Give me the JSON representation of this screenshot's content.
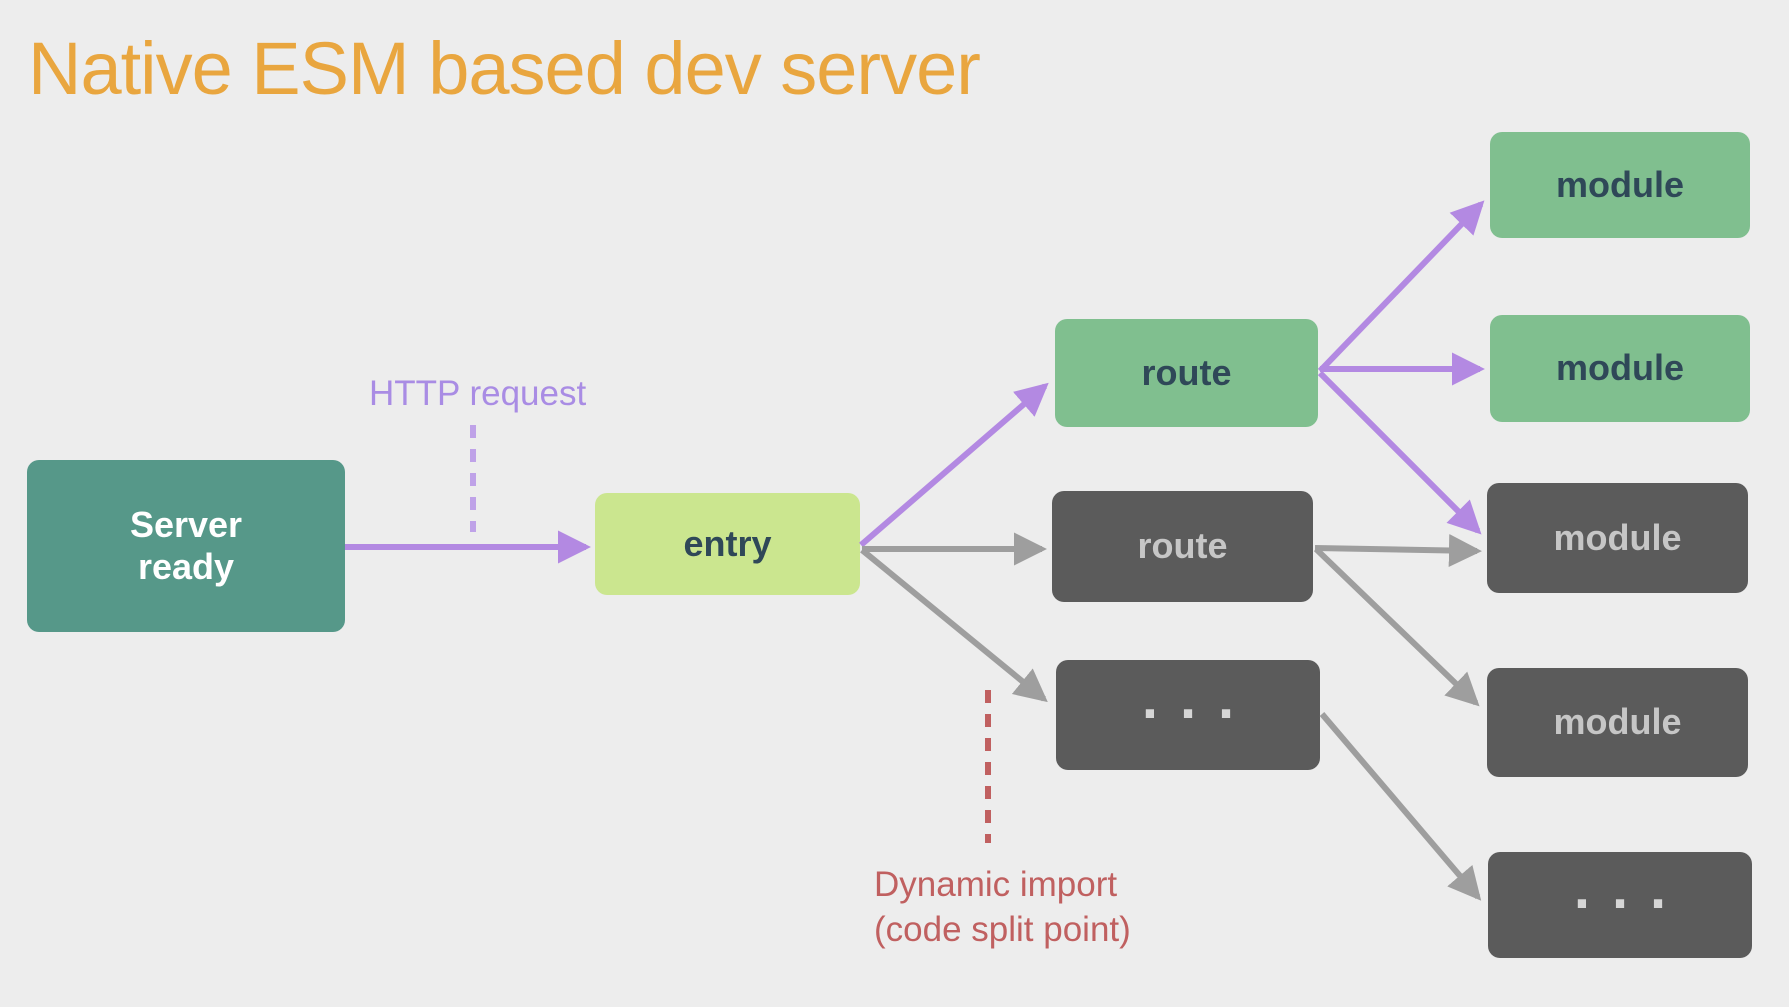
{
  "title": {
    "text": "Native ESM based dev server",
    "color": "#e9a63f"
  },
  "annotations": {
    "http_request": {
      "text": "HTTP request",
      "color": "#a98ce4"
    },
    "dynamic_import": {
      "text": "Dynamic import\n(code split point)",
      "color": "#c06060"
    }
  },
  "nodes": {
    "server_ready": {
      "label": "Server\nready",
      "color": "#569889",
      "text_color": "#ffffff",
      "state": "server"
    },
    "entry": {
      "label": "entry",
      "color": "#cbe68f",
      "text_color": "#2f4858",
      "state": "entry"
    },
    "route_loaded": {
      "label": "route",
      "color": "#80bf8f",
      "text_color": "#2f4858",
      "state": "loaded"
    },
    "route_unloaded": {
      "label": "route",
      "color": "#5b5b5b",
      "text_color": "#c6c6c6",
      "state": "unloaded"
    },
    "routes_ellipsis": {
      "label": "...",
      "color": "#5b5b5b",
      "text_color": "#d6d6d6",
      "state": "unloaded"
    },
    "module_1": {
      "label": "module",
      "color": "#80bf8f",
      "text_color": "#2f4858",
      "state": "loaded"
    },
    "module_2": {
      "label": "module",
      "color": "#80bf8f",
      "text_color": "#2f4858",
      "state": "loaded"
    },
    "module_3": {
      "label": "module",
      "color": "#5b5b5b",
      "text_color": "#c6c6c6",
      "state": "unloaded"
    },
    "module_4": {
      "label": "module",
      "color": "#5b5b5b",
      "text_color": "#c6c6c6",
      "state": "unloaded"
    },
    "modules_ellipsis": {
      "label": "...",
      "color": "#5b5b5b",
      "text_color": "#d6d6d6",
      "state": "unloaded"
    }
  },
  "edges": [
    {
      "from": "server_ready",
      "to": "entry",
      "color": "#b389e2",
      "style": "solid"
    },
    {
      "from": "entry",
      "to": "route_loaded",
      "color": "#b389e2",
      "style": "solid"
    },
    {
      "from": "entry",
      "to": "route_unloaded",
      "color": "#9e9e9e",
      "style": "solid"
    },
    {
      "from": "entry",
      "to": "routes_ellipsis",
      "color": "#9e9e9e",
      "style": "solid"
    },
    {
      "from": "route_loaded",
      "to": "module_1",
      "color": "#b389e2",
      "style": "solid"
    },
    {
      "from": "route_loaded",
      "to": "module_2",
      "color": "#b389e2",
      "style": "solid"
    },
    {
      "from": "route_loaded",
      "to": "module_3",
      "color": "#b389e2",
      "style": "solid"
    },
    {
      "from": "route_unloaded",
      "to": "module_3",
      "color": "#9e9e9e",
      "style": "solid"
    },
    {
      "from": "route_unloaded",
      "to": "module_4",
      "color": "#9e9e9e",
      "style": "solid"
    },
    {
      "from": "routes_ellipsis",
      "to": "modules_ellipsis",
      "color": "#9e9e9e",
      "style": "solid"
    }
  ],
  "connectors": [
    {
      "name": "http-request-dashed-line",
      "color": "#bfa2e8",
      "style": "dashed"
    },
    {
      "name": "dynamic-import-dashed-line",
      "color": "#c06060",
      "style": "dashed"
    }
  ]
}
